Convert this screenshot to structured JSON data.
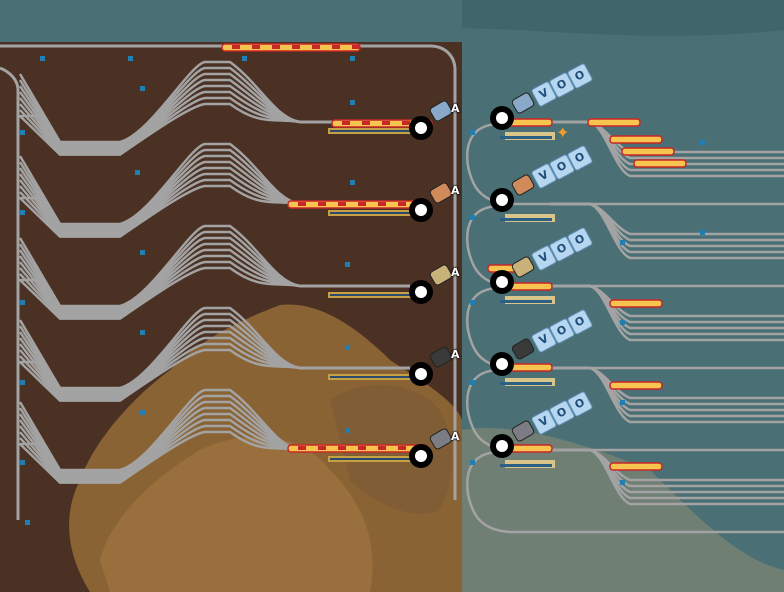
{
  "scene": {
    "kind": "factory-train-yard",
    "colors": {
      "ground_left": "#4a3124",
      "ground_sand": "#8a6334",
      "water": "#4a6f74",
      "shallow": "#6f7f74",
      "rail": "#a3a3a3",
      "train_fill": "#f7c44f",
      "train_stroke": "#c72727",
      "signal": "#1f7fb5",
      "stop_ring": "#000000",
      "stop_core": "#ffffff",
      "icon_key_bg": "#b7d6ef"
    }
  },
  "stations_left": [
    {
      "label": "A",
      "icon": "blue-ore-icon"
    },
    {
      "label": "A",
      "icon": "copper-ore-icon"
    },
    {
      "label": "A",
      "icon": "stone-icon"
    },
    {
      "label": "A",
      "icon": "coal-icon"
    },
    {
      "label": "A",
      "icon": "iron-ore-icon"
    }
  ],
  "stations_right": [
    {
      "label": "V",
      "label2": "O",
      "label3": "O",
      "icon": "blue-ore-icon"
    },
    {
      "label": "V",
      "label2": "O",
      "label3": "O",
      "icon": "copper-ore-icon"
    },
    {
      "label": "V",
      "label2": "O",
      "label3": "O",
      "icon": "stone-icon"
    },
    {
      "label": "V",
      "label2": "O",
      "label3": "O",
      "icon": "coal-icon"
    },
    {
      "label": "V",
      "label2": "O",
      "label3": "O",
      "icon": "iron-ore-icon"
    }
  ]
}
